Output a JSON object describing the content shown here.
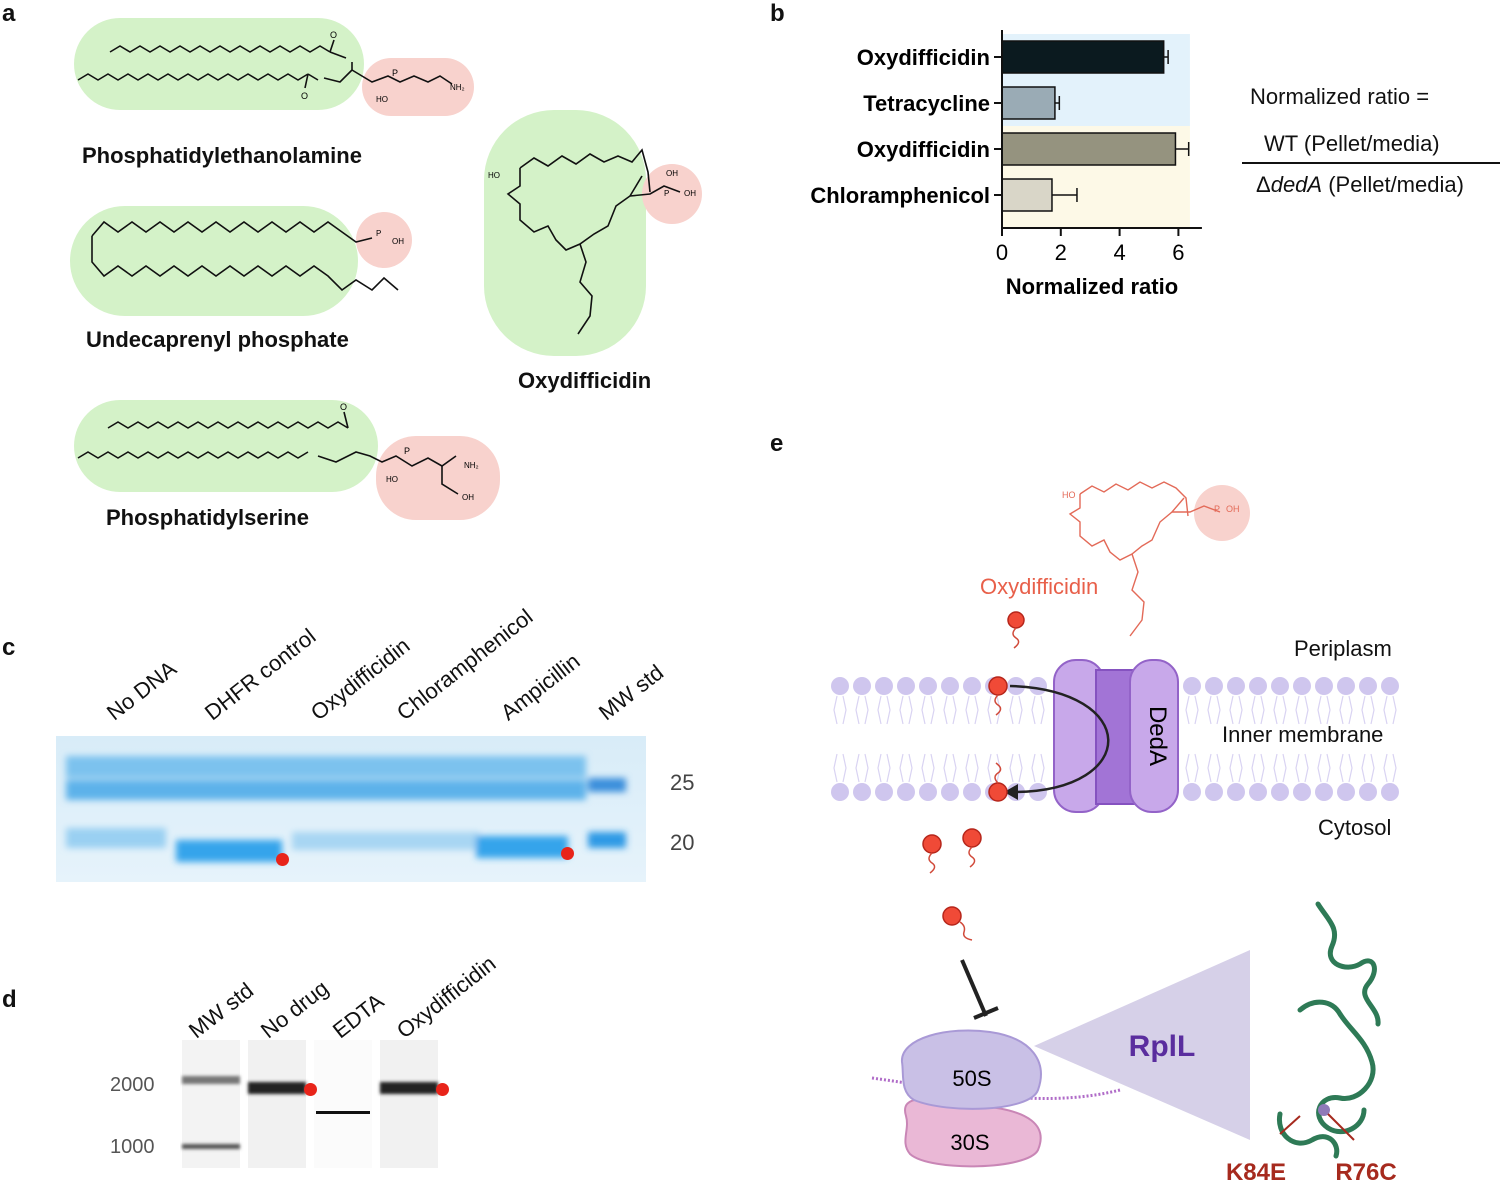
{
  "panels": {
    "a": "a",
    "b": "b",
    "c": "c",
    "d": "d",
    "e": "e"
  },
  "panel_a": {
    "molecules": [
      "Phosphatidylethanolamine",
      "Undecaprenyl phosphate",
      "Phosphatidylserine",
      "Oxydifficidin"
    ],
    "groups": {
      "pe_head": "NH₂",
      "phos_o": "O",
      "phos_p": "P",
      "ho": "HO",
      "oh": "OH",
      "nh2": "NH₂"
    }
  },
  "chart_data": {
    "type": "bar",
    "orientation": "horizontal",
    "categories": [
      "Oxydifficidin",
      "Tetracycline",
      "Oxydifficidin",
      "Chloramphenicol"
    ],
    "values": [
      5.5,
      1.8,
      5.9,
      1.7
    ],
    "errors": [
      0.15,
      0.15,
      0.45,
      0.85
    ],
    "colors": [
      "#0b1a1f",
      "#9aabb5",
      "#95937f",
      "#d9d6c8"
    ],
    "group_backgrounds": [
      "#e3f2fb",
      "#fdf9e7"
    ],
    "xlabel": "Normalized ratio",
    "xticks": [
      "0",
      "2",
      "4",
      "6"
    ],
    "xlim": [
      0,
      6.8
    ]
  },
  "ratio_formula": {
    "title": "Normalized ratio =",
    "numerator": "WT (Pellet/media)",
    "denominator_prefix": "Δ",
    "denominator_gene": "dedA",
    "denominator_suffix": " (Pellet/media)"
  },
  "panel_c": {
    "lanes": [
      "No DNA",
      "DHFR control",
      "Oxydifficidin",
      "Chloramphenicol",
      "Ampicillin",
      "MW std"
    ],
    "mw_markers": [
      "25",
      "20"
    ]
  },
  "panel_d": {
    "lanes": [
      "MW std",
      "No drug",
      "EDTA",
      "Oxydifficidin"
    ],
    "mw_markers": [
      "2000",
      "1000"
    ]
  },
  "panel_e": {
    "molecule_label": "Oxydifficidin",
    "periplasm": "Periplasm",
    "inner_membrane": "Inner membrane",
    "cytosol": "Cytosol",
    "transporter": "DedA",
    "ribosome_large": "50S",
    "ribosome_small": "30S",
    "protein": "RplL",
    "mutation_1": "K84E",
    "mutation_2": "R76C"
  }
}
